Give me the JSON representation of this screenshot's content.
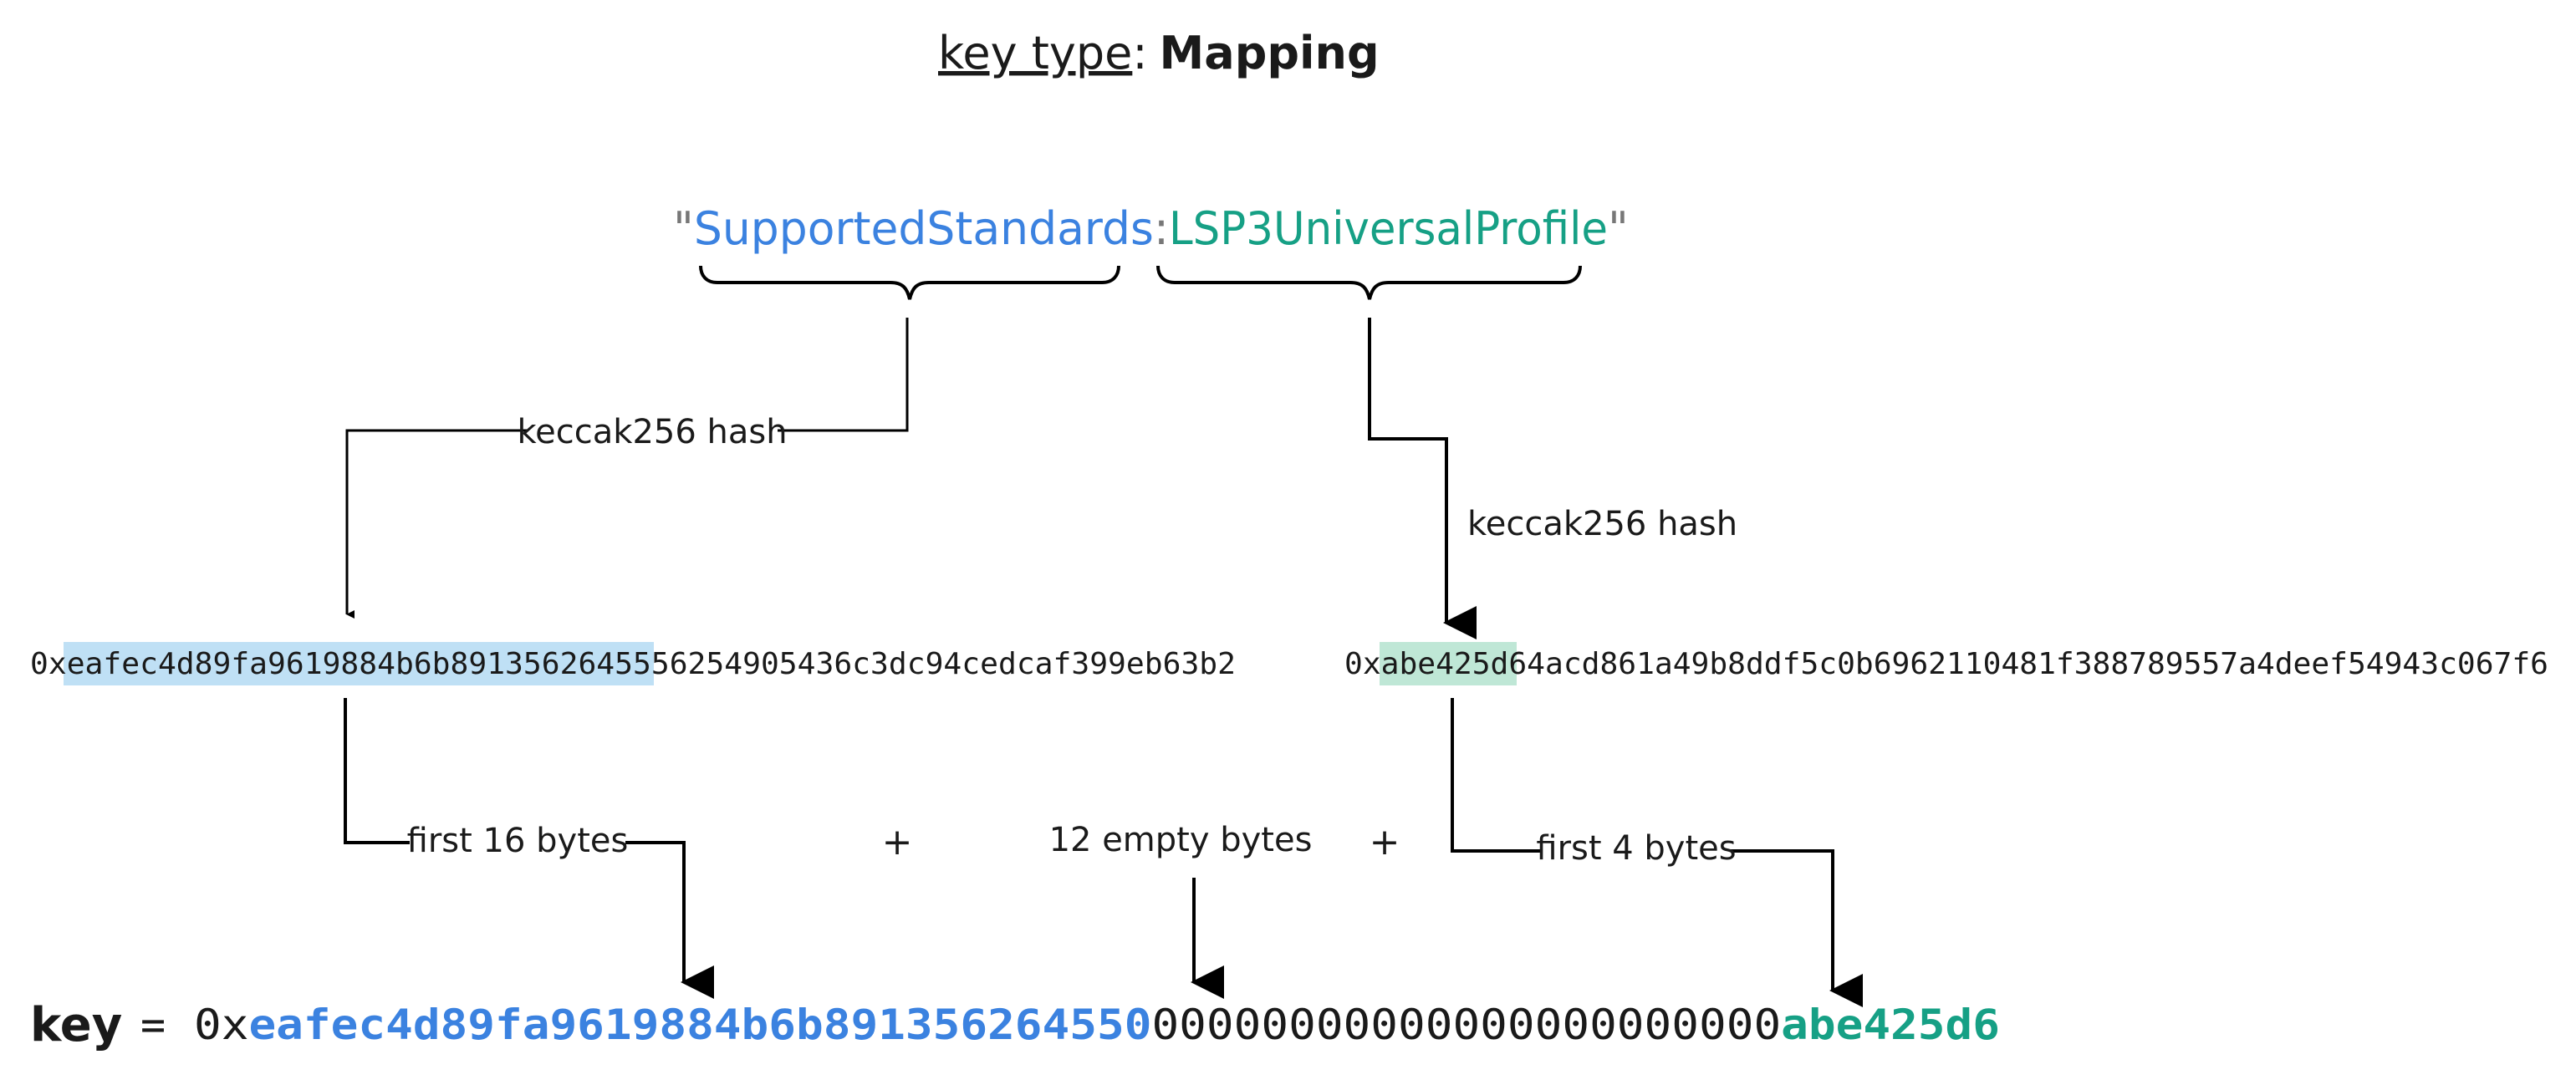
{
  "title": {
    "label": "key type",
    "separator": ":",
    "value": "Mapping"
  },
  "source_string": {
    "open_quote": "\"",
    "first_word": "SupportedStandards",
    "colon": ":",
    "second_word": "LSP3UniversalProfile",
    "close_quote": "\""
  },
  "hash_left": {
    "label": "keccak256 hash",
    "prefix": "0x",
    "highlighted": "eafec4d89fa9619884b6b891356264555",
    "rest": "6254905436c3dc94cedcaf399eb63b2"
  },
  "hash_right": {
    "label": "keccak256 hash",
    "prefix": "0x",
    "highlighted": "abe425d",
    "rest": "64acd861a49b8ddf5c0b6962110481f388789557a4deef54943c067f6"
  },
  "steps": {
    "first_16_bytes": "first 16 bytes",
    "plus_1": "+",
    "empty_bytes": "12 empty bytes",
    "plus_2": "+",
    "first_4_bytes": "first 4 bytes"
  },
  "key_line": {
    "label": "key",
    "equals": "=",
    "prefix": "0x",
    "part1": "eafec4d89fa9619884b6b891356264550",
    "zeros": "00000000000000000000000",
    "part2": "abe425d6"
  },
  "colors": {
    "text": "#1a1a1a",
    "blue": "#3b82e0",
    "green": "#16a085",
    "blue_highlight": "#bfe0f5",
    "green_highlight": "#bfe7d6",
    "quote_gray": "#777777",
    "line": "#000000"
  }
}
